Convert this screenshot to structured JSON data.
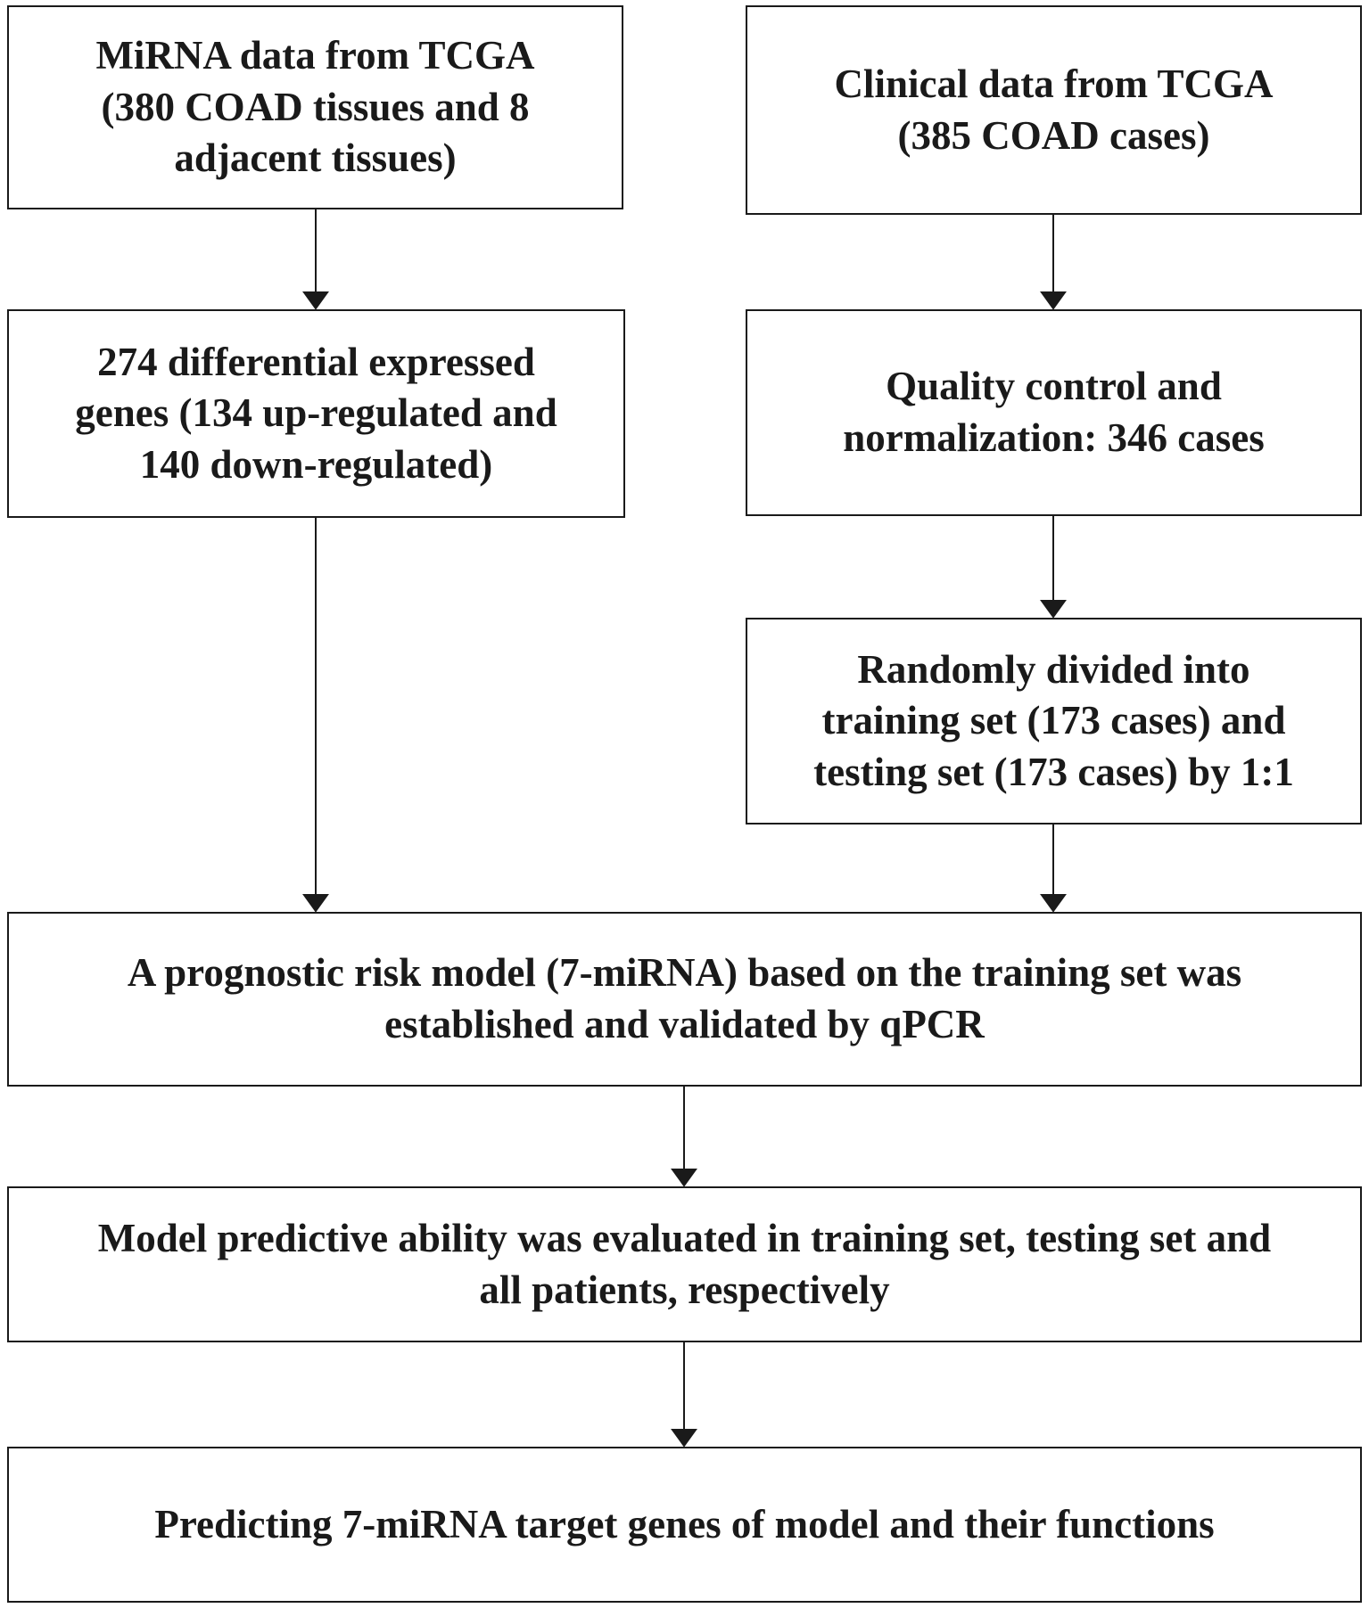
{
  "boxes": {
    "mirna_data": [
      "MiRNA data from TCGA",
      "(380 COAD tissues and 8",
      "adjacent tissues)"
    ],
    "clinical_data": [
      "Clinical data from TCGA",
      "(385 COAD  cases)"
    ],
    "deg": [
      "274 differential expressed",
      "genes (134 up-regulated and",
      "140 down-regulated)"
    ],
    "quality_control": [
      "Quality control and",
      "normalization: 346 cases"
    ],
    "random_split": [
      "Randomly divided into",
      "training set (173 cases) and",
      "testing set (173 cases) by 1:1"
    ],
    "risk_model": [
      "A prognostic risk model (7-miRNA) based on the training set was",
      "established and validated by qPCR"
    ],
    "evaluation": [
      "Model predictive ability was evaluated in training set, testing set and",
      "all patients, respectively"
    ],
    "prediction": [
      "Predicting 7-miRNA target genes of model and their functions"
    ]
  },
  "colors": {
    "stroke": "#1a1a1a",
    "background": "#ffffff"
  }
}
